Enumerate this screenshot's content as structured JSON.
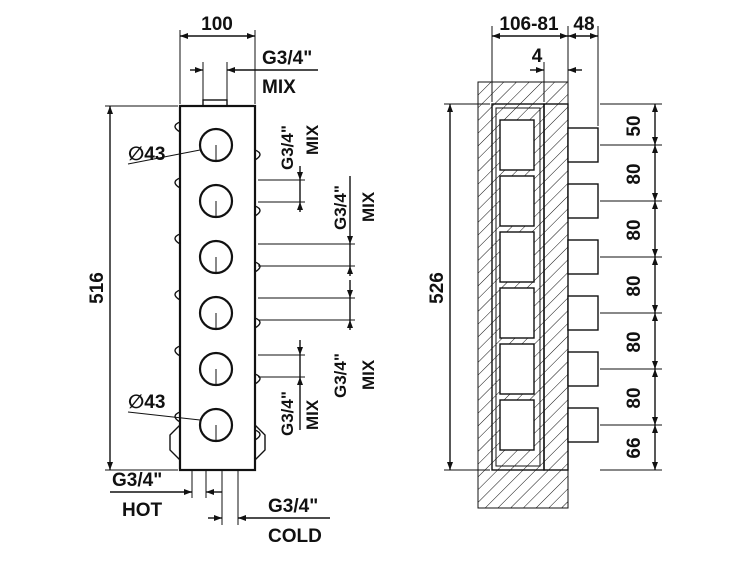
{
  "front_view": {
    "width_label": "100",
    "height_label": "516",
    "knob_dia_top": "∅43",
    "knob_dia_bottom": "∅43",
    "top_conn": {
      "thread": "G3/4\"",
      "name": "MIX"
    },
    "side_conn_1": {
      "thread": "G3/4\"",
      "name": "MIX"
    },
    "side_conn_2": {
      "thread": "G3/4\"",
      "name": "MIX"
    },
    "side_conn_3": {
      "thread": "G3/4\"",
      "name": "MIX"
    },
    "side_conn_4": {
      "thread": "G3/4\"",
      "name": "MIX"
    },
    "hot_conn": {
      "thread": "G3/4\"",
      "name": "HOT"
    },
    "cold_conn": {
      "thread": "G3/4\"",
      "name": "COLD"
    }
  },
  "side_view": {
    "depth_label": "106-81",
    "trim_label": "48",
    "offset_label": "4",
    "height_label": "526",
    "spacing": [
      "50",
      "80",
      "80",
      "80",
      "80",
      "80",
      "66"
    ]
  }
}
